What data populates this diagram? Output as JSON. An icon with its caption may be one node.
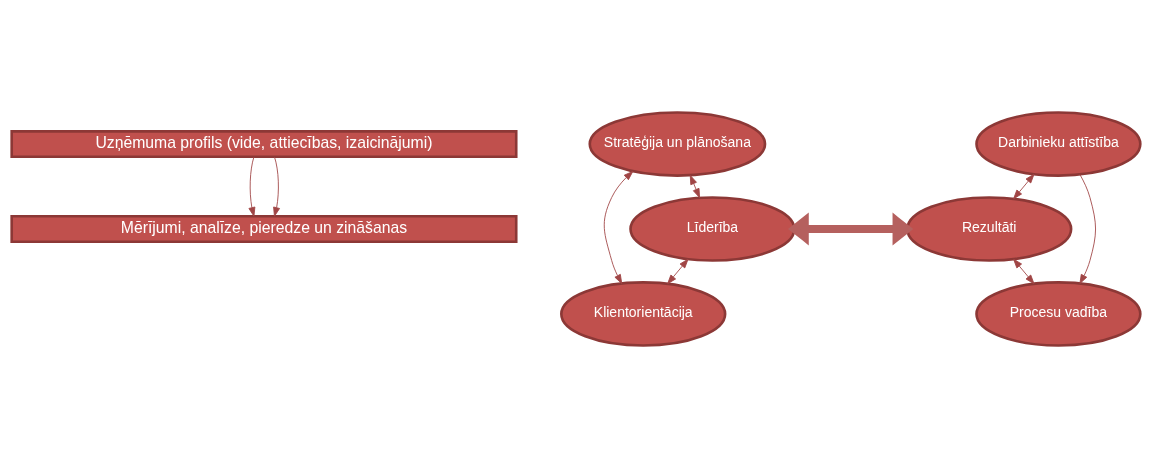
{
  "diagram": {
    "nodes": [
      {
        "text": [
          "Uzņēmuma profils (vide, attiecības, izaicinājumi)"
        ]
      },
      {
        "text": [
          "Stratēģija un plānošana"
        ]
      },
      {
        "text": [
          "Darbinieku attīstība"
        ]
      },
      {
        "text": [
          "Līderība"
        ]
      },
      {
        "text": [
          "Rezultāti"
        ]
      },
      {
        "text": [
          "Klientorientācija"
        ]
      },
      {
        "text": [
          "Procesu vadība"
        ]
      },
      {
        "text": [
          "Mērījumi, analīze, pieredze un zināšanas"
        ]
      }
    ],
    "edges": [
      {
        "from": 1,
        "to": 3,
        "arrow": "both"
      },
      {
        "from": 1,
        "to": 5,
        "arrow": "both"
      },
      {
        "from": 3,
        "to": 5,
        "arrow": "both"
      },
      {
        "from": 2,
        "to": 4,
        "arrow": "both"
      },
      {
        "from": 2,
        "to": 6,
        "arrow": "to"
      },
      {
        "from": 4,
        "to": 6,
        "arrow": "both"
      },
      {
        "from": 3,
        "to": 4,
        "arrow": "both",
        "style": "thick",
        "color": "#b5605e"
      },
      {
        "from": 0,
        "to": 7,
        "arrow": "to"
      },
      {
        "from": 0,
        "to": 7,
        "arrow": "to"
      }
    ]
  }
}
